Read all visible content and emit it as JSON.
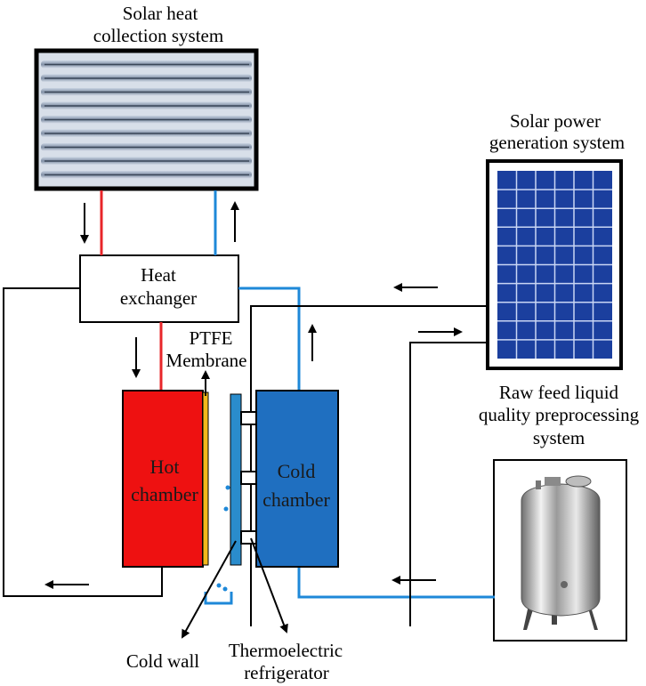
{
  "labels": {
    "solar_heat": [
      "Solar heat",
      "collection system"
    ],
    "solar_power": [
      "Solar power",
      "generation system"
    ],
    "heat_exchanger": [
      "Heat",
      "exchanger"
    ],
    "ptfe_membrane": [
      "PTFE",
      "Membrane"
    ],
    "raw_feed": [
      "Raw feed liquid",
      "quality preprocessing",
      "system"
    ],
    "hot_chamber": [
      "Hot",
      "chamber"
    ],
    "cold_chamber": [
      "Cold",
      "chamber"
    ],
    "cold_wall": "Cold wall",
    "thermoelectric": [
      "Thermoelectric",
      "refrigerator"
    ]
  },
  "colors": {
    "hot_chamber": "#ee1111",
    "cold_chamber": "#1f6fc0",
    "hot_pipe": "#e8262a",
    "cold_pipe": "#1e88d8",
    "membrane": "#f2b81c",
    "cold_wall": "#2a8ccc",
    "line": "#000000"
  },
  "icons": {
    "solar_collector": "evacuated-tube-collector-icon",
    "solar_panel": "pv-panel-icon",
    "tank": "stainless-tank-icon"
  }
}
